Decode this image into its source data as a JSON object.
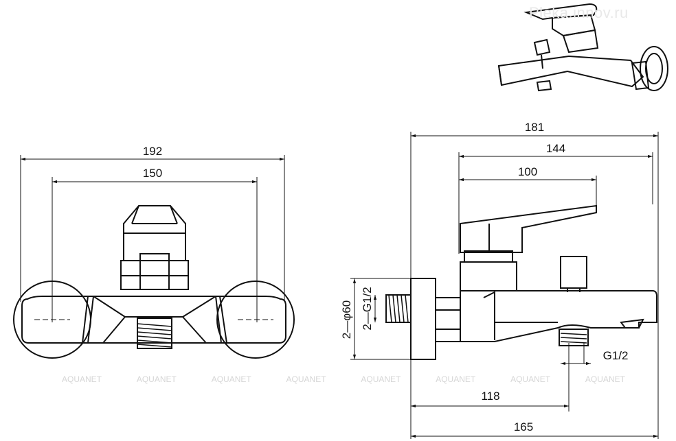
{
  "watermark_site": "Pleka.innov.ru",
  "watermark_brand": "AQUANET",
  "front_view": {
    "dim_overall": "192",
    "dim_centers": "150"
  },
  "side_view": {
    "dim_overall": "181",
    "dim_lever": "144",
    "dim_lever_inner": "100",
    "dim_outlet_center": "118",
    "dim_spout": "165",
    "dim_flange_dia": "2—φ60",
    "dim_thread": "2—G1/2",
    "dim_outlet_thread": "G1/2"
  }
}
